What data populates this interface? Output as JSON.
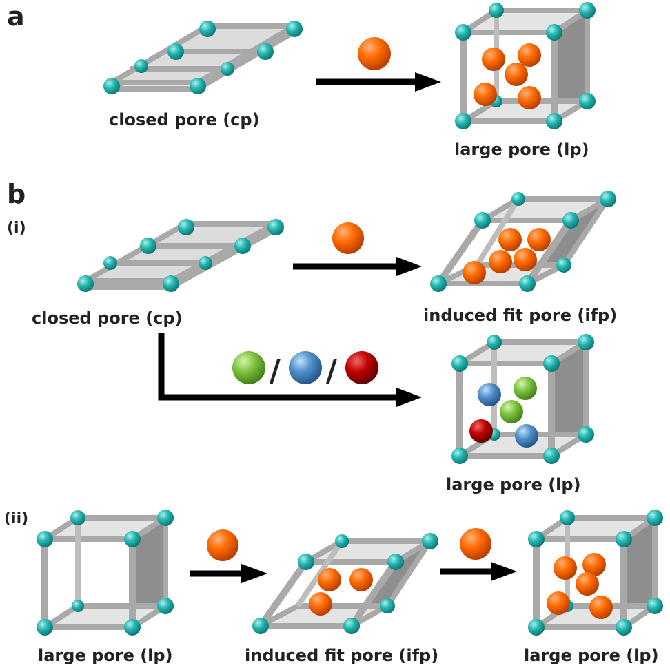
{
  "panel_a": {
    "letter": "a",
    "start_label": "closed pore ",
    "start_abbr": "(cp)",
    "end_label": "large pore (lp)"
  },
  "panel_b": {
    "letter": "b",
    "sub_i": {
      "label": "(i)",
      "start_label": "closed pore ",
      "start_abbr": "(cp)",
      "ifp_label": "induced fit pore ",
      "ifp_abbr": "(ifp)",
      "lp_label": "large pore (lp)",
      "guest_separator": "/"
    },
    "sub_ii": {
      "label": "(ii)",
      "start_label": "large pore (lp)",
      "mid_label": "induced fit pore (ifp)",
      "end_label": "large pore (lp)"
    }
  },
  "colors": {
    "node": "#22b5b0",
    "strut": "#a9a9a9",
    "face": "#e4e4e4",
    "side": "#8e8e8e",
    "arrow": "#000000",
    "guest_orange": "#ff6a00",
    "guest_green": "#7cc23c",
    "guest_blue": "#4f8fcc",
    "guest_red": "#c00000"
  },
  "icons": [
    "cp-framework-icon",
    "lp-framework-icon",
    "ifp-framework-icon",
    "guest-sphere-icon",
    "arrow-icon"
  ]
}
